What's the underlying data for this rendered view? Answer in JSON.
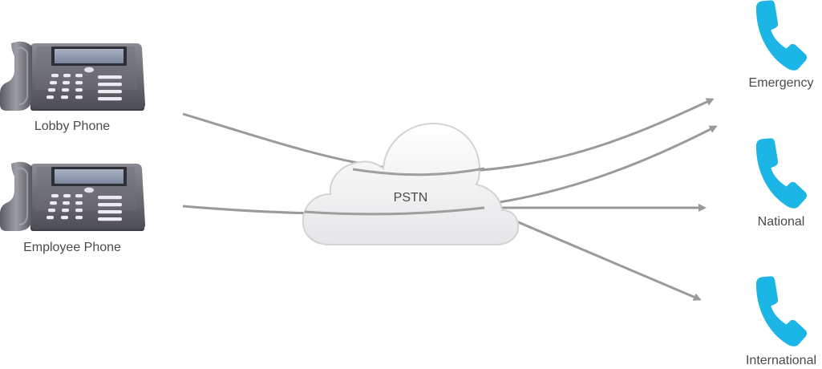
{
  "nodes": {
    "lobby_phone": {
      "label": "Lobby Phone",
      "icon": "desk-phone-icon"
    },
    "employee_phone": {
      "label": "Employee Phone",
      "icon": "desk-phone-icon"
    },
    "pstn": {
      "label": "PSTN",
      "icon": "cloud-icon"
    },
    "emergency": {
      "label": "Emergency",
      "icon": "phone-handset-icon"
    },
    "national": {
      "label": "National",
      "icon": "phone-handset-icon"
    },
    "international": {
      "label": "International",
      "icon": "phone-handset-icon"
    }
  },
  "connections": [
    {
      "from": "Lobby Phone",
      "to": "Emergency"
    },
    {
      "from": "Employee Phone",
      "to": "Emergency"
    },
    {
      "from": "Employee Phone",
      "to": "National"
    },
    {
      "from": "Employee Phone",
      "to": "International"
    }
  ],
  "colors": {
    "handset": "#1bb5e6",
    "arrow": "#9a9a9a",
    "cloud_fill": "#eeeef0",
    "cloud_stroke": "#d3d3d6",
    "phone_body": "#5f6068",
    "phone_screen": "#8d97ab",
    "label_text": "#4a4a4a"
  }
}
